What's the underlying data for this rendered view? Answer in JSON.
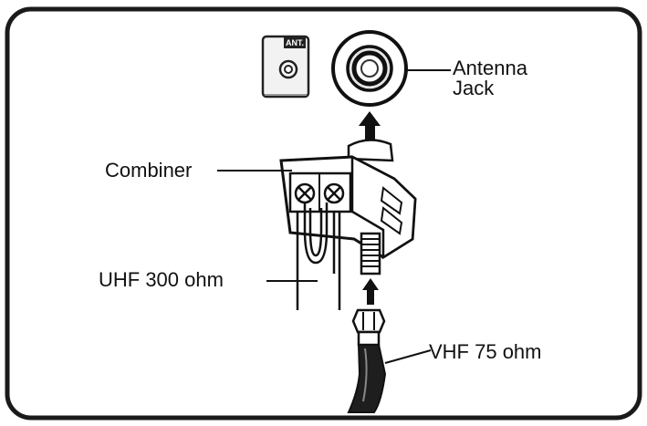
{
  "labels": {
    "ant_tag": "ANT.",
    "antenna_jack_line1": "Antenna",
    "antenna_jack_line2": "Jack",
    "combiner": "Combiner",
    "uhf": "UHF 300 ohm",
    "vhf": "VHF 75 ohm"
  },
  "colors": {
    "ink": "#111111",
    "frame": "#1a1a1a",
    "cable": "#1e1e1e",
    "fill_light": "#ffffff",
    "shade": "#d9d9d9"
  }
}
